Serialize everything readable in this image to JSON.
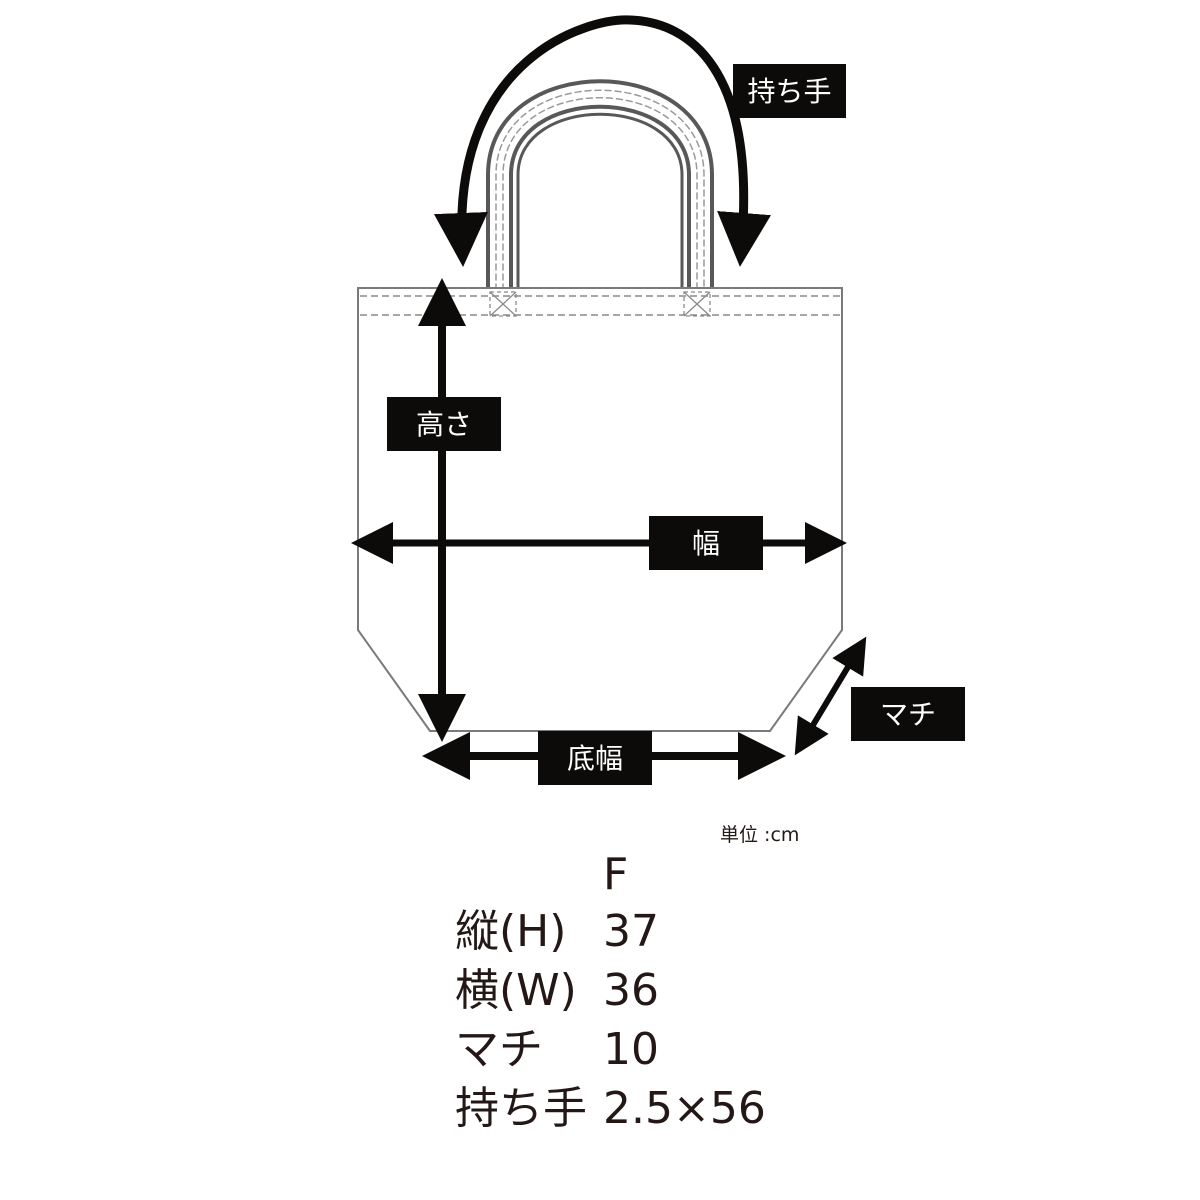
{
  "labels": {
    "handle": "持ち手",
    "height": "高さ",
    "width": "幅",
    "bottom_width": "底幅",
    "gusset": "マチ"
  },
  "unit": "単位 :cm",
  "size_table": {
    "column_header": "F",
    "rows": [
      {
        "label": "縦(H)",
        "value": "37"
      },
      {
        "label": "横(W)",
        "value": "36"
      },
      {
        "label": "マチ",
        "value": "10"
      },
      {
        "label": "持ち手",
        "value": "2.5×56"
      }
    ]
  },
  "colors": {
    "ink": "#231815",
    "outline": "#595757",
    "label_bg": "#0d0b0a",
    "label_text": "#ffffff"
  }
}
